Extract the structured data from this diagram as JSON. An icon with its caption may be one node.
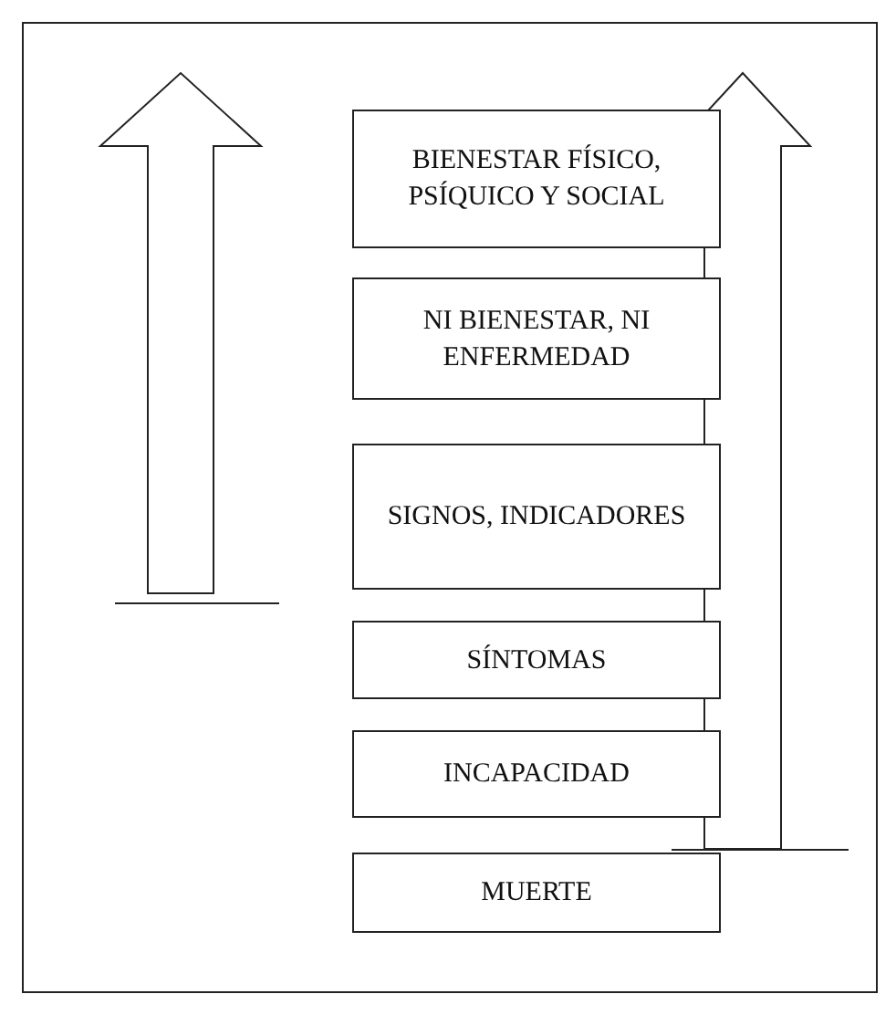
{
  "diagram": {
    "nodes": [
      {
        "text": [
          "BIENESTAR FÍSICO, PSÍQUICO Y SOCIAL"
        ]
      },
      {
        "text": [
          "NI BIENESTAR, NI ENFERMEDAD"
        ]
      },
      {
        "text": [
          "SIGNOS, INDICADORES"
        ]
      },
      {
        "text": [
          "SÍNTOMAS"
        ]
      },
      {
        "text": [
          "INCAPACIDAD"
        ]
      },
      {
        "text": [
          "MUERTE"
        ]
      }
    ]
  }
}
